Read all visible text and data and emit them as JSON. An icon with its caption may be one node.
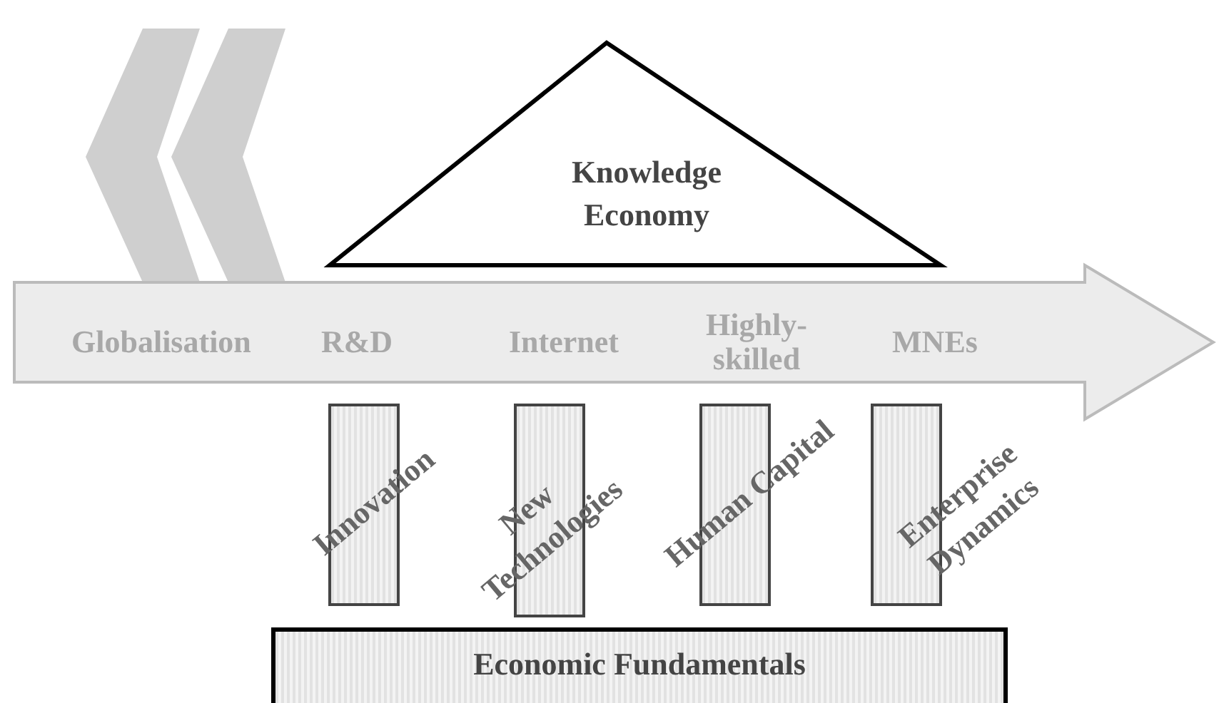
{
  "diagram": {
    "nodes": [
      {
        "text": [
          "Knowledge Economy"
        ]
      },
      {
        "text": [
          "Globalisation",
          "R&D",
          "Internet",
          "Highly-skilled",
          "MNEs"
        ]
      },
      {
        "text": [
          "Innovation"
        ]
      },
      {
        "text": [
          "New Technologies"
        ]
      },
      {
        "text": [
          "Human Capital"
        ]
      },
      {
        "text": [
          "Enterprise Dynamics"
        ]
      },
      {
        "text": [
          "Economic Fundamentals"
        ]
      }
    ]
  }
}
